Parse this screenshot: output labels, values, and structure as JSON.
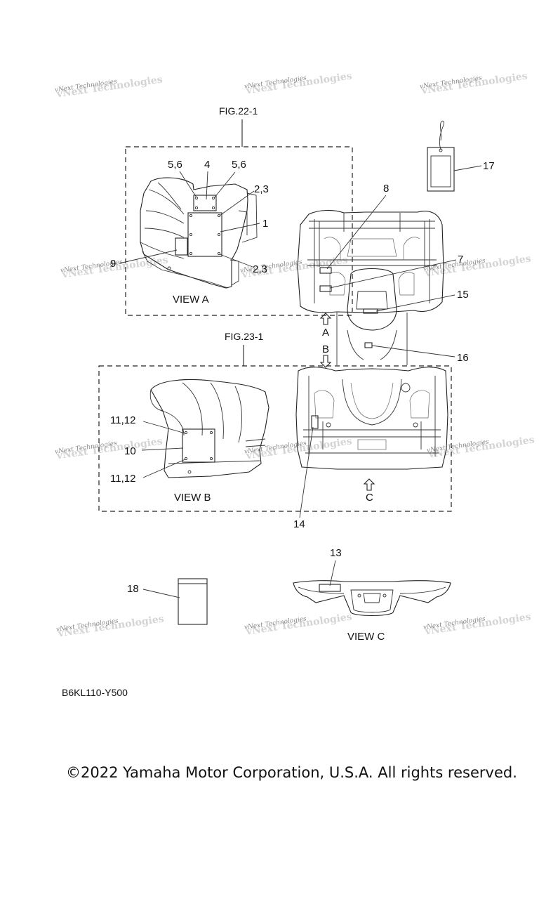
{
  "figure_refs": {
    "fig22": "FIG.22-1",
    "fig23": "FIG.23-1"
  },
  "views": {
    "a": "VIEW A",
    "b": "VIEW B",
    "c": "VIEW C"
  },
  "arrows": {
    "a": "A",
    "b": "B",
    "c": "C"
  },
  "callouts": {
    "c1": "1",
    "c2_3_top": "2,3",
    "c2_3_bottom": "2,3",
    "c4": "4",
    "c5_6_left": "5,6",
    "c5_6_right": "5,6",
    "c7": "7",
    "c8": "8",
    "c9": "9",
    "c10": "10",
    "c11_12_top": "11,12",
    "c11_12_bottom": "11,12",
    "c13": "13",
    "c14": "14",
    "c15": "15",
    "c16": "16",
    "c17": "17",
    "c18": "18"
  },
  "watermark": "vNext Technologies",
  "part_code": "B6KL110-Y500",
  "copyright": "©2022 Yamaha Motor Corporation, U.S.A. All rights reserved."
}
